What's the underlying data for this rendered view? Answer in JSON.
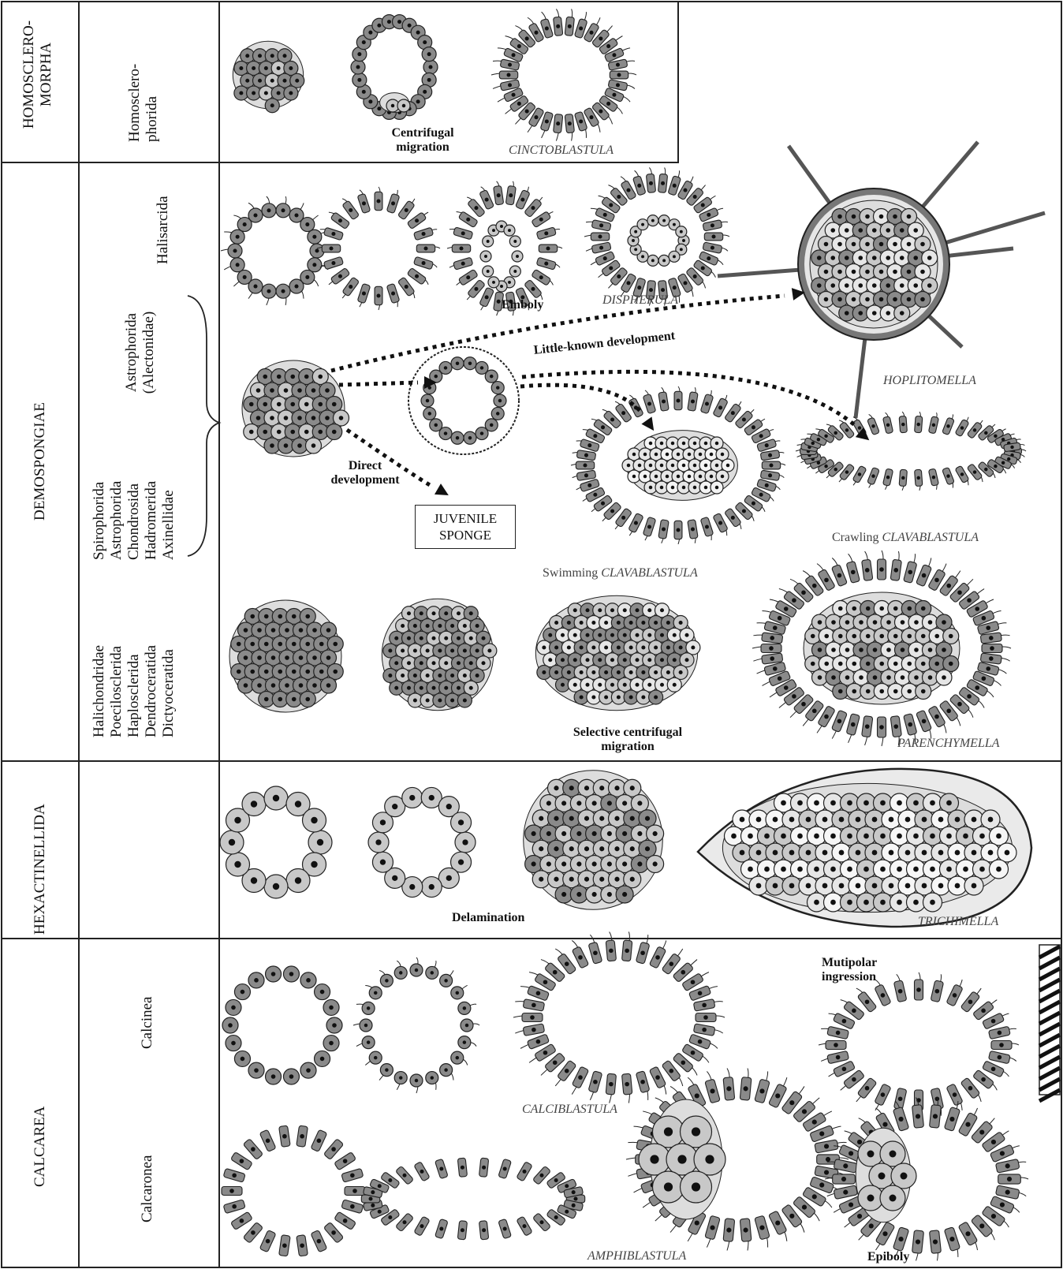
{
  "groups": {
    "homoscleromorpha": "HOMOSCLERO-\nMORPHA",
    "demospongiae": "DEMOSPONGIAE",
    "hexactinellida": "HEXACTINELLIDA",
    "calcarea": "CALCAREA"
  },
  "orders": {
    "homosclerophorida": "Homosclero-\nphorida",
    "halisarcida": "Halisarcida",
    "astrophorida_alectonidae": "Astrophorida\n(Alectonidae)",
    "direct_dev_orders": "Spirophorida\nAstrophorida\nChondrosida\nHadromerida\nAxinellidae",
    "parenchymella_orders": "Halichondridae\nPoecilosclerida\nHaplosclerida\nDendroceratida\nDictyoceratida",
    "calcinea": "Calcinea",
    "calcaronea": "Calcaronea"
  },
  "process_labels": {
    "centrifugal_migration": "Centrifugal\nmigration",
    "emboly": "Emboly",
    "little_known_development": "Little-known development",
    "direct_development": "Direct\ndevelopment",
    "selective_centrifugal_migration": "Selective centrifugal\nmigration",
    "delamination": "Delamination",
    "multipolar_ingression": "Mutipolar\ningression",
    "epiboly": "Epiboly"
  },
  "larva_labels": {
    "cinctoblastula": "CINCTOBLASTULA",
    "dispherula": "DISPHERULA",
    "hoplitomella": "HOPLITOMELLA",
    "swimming_clavablastula_prefix": "Swimming ",
    "swimming_clavablastula_name": "CLAVABLASTULA",
    "crawling_clavablastula_prefix": "Crawling ",
    "crawling_clavablastula_name": "CLAVABLASTULA",
    "parenchymella": "PARENCHYMELLA",
    "trichimella": "TRICHIMELLA",
    "calciblastula": "CALCIBLASTULA",
    "amphiblastula": "AMPHIBLASTULA"
  },
  "juvenile_box": "JUVENILE\nSPONGE",
  "colors": {
    "cell_dark": "#8a8a8a",
    "cell_light": "#c8c8c8",
    "cell_pale": "#e6e6e6",
    "line": "#222222"
  }
}
